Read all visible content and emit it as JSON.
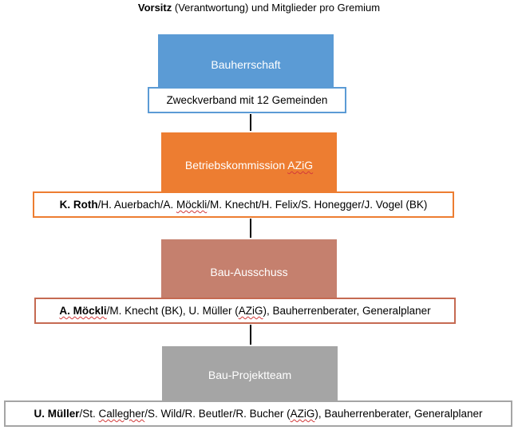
{
  "title": {
    "bold": "Vorsitz",
    "rest": " (Verantwortung) und Mitglieder pro Gremium"
  },
  "levels": [
    {
      "name": "Bauherrschaft",
      "color": "#5b9bd5",
      "label_border": "#5b9bd5",
      "members_bold": "",
      "members_rest": "Zweckverband mit 12 Gemeinden"
    },
    {
      "name_prefix": "Betriebskommission ",
      "name_squig": "AZiG",
      "color": "#ed7d31",
      "label_border": "#ed7d31",
      "members_bold": "K. Roth",
      "members_a": "/H. Auerbach/A. ",
      "members_squig": "Möckli",
      "members_b": "/M. Knecht/H. Felix/S. Honegger/J. Vogel (BK)"
    },
    {
      "name": "Bau-Ausschuss",
      "color": "#c5806e",
      "label_border": "#c56a52",
      "members_bold": "A. Möckli",
      "members_a": "/M. Knecht (BK), U. Müller (",
      "members_squig": "AZiG",
      "members_b": "), Bauherrenberater, Generalplaner"
    },
    {
      "name": "Bau-Projektteam",
      "color": "#a5a5a5",
      "label_border": "#a5a5a5",
      "members_bold": "U. Müller",
      "members_a": "/St. ",
      "members_squig": "Callegher",
      "members_b": "/S. Wild/R. Beutler/R. Bucher (",
      "members_squig2": "AZiG",
      "members_c": "), Bauherrenberater, Generalplaner"
    }
  ]
}
